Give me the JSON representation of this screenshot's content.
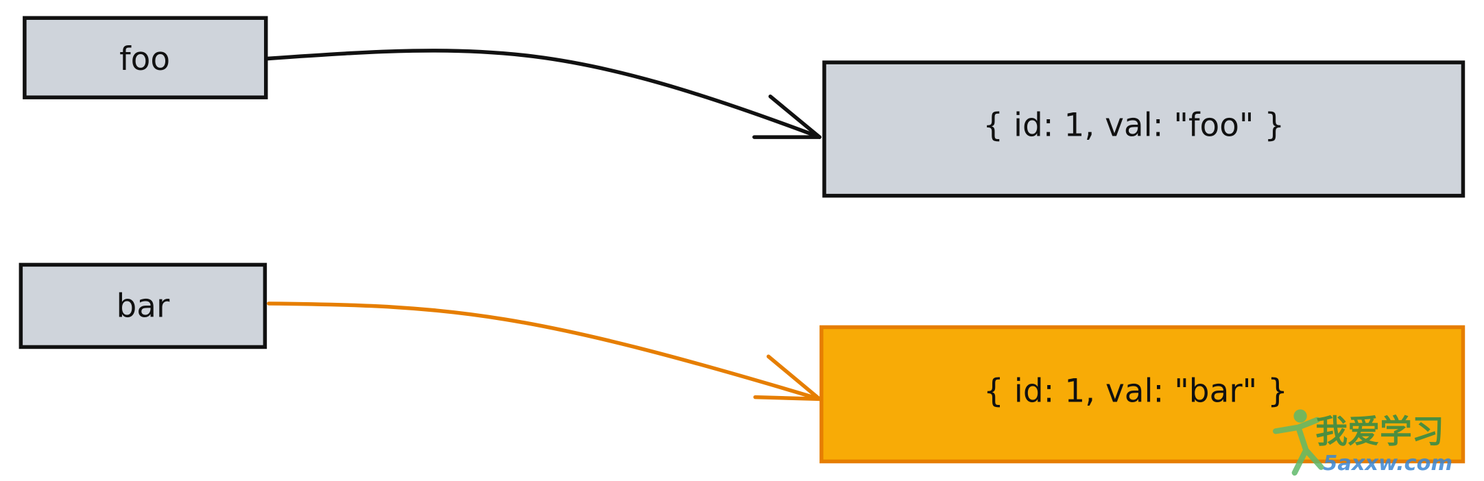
{
  "variables": [
    {
      "name": "foo",
      "object": "{ id: 1, val: \"foo\" }",
      "highlight": false
    },
    {
      "name": "bar",
      "object": "{ id: 1, val: \"bar\" }",
      "highlight": true
    }
  ],
  "colors": {
    "box_fill": "#cfd4db",
    "box_stroke": "#111111",
    "highlight_fill": "#f8ab06",
    "highlight_stroke": "#e67e00",
    "arrow_default": "#111111",
    "arrow_highlight": "#e67e00"
  },
  "watermark": {
    "text_cn": "我爱学习",
    "url": "5axxw.com",
    "icon": "person-figure-icon"
  }
}
